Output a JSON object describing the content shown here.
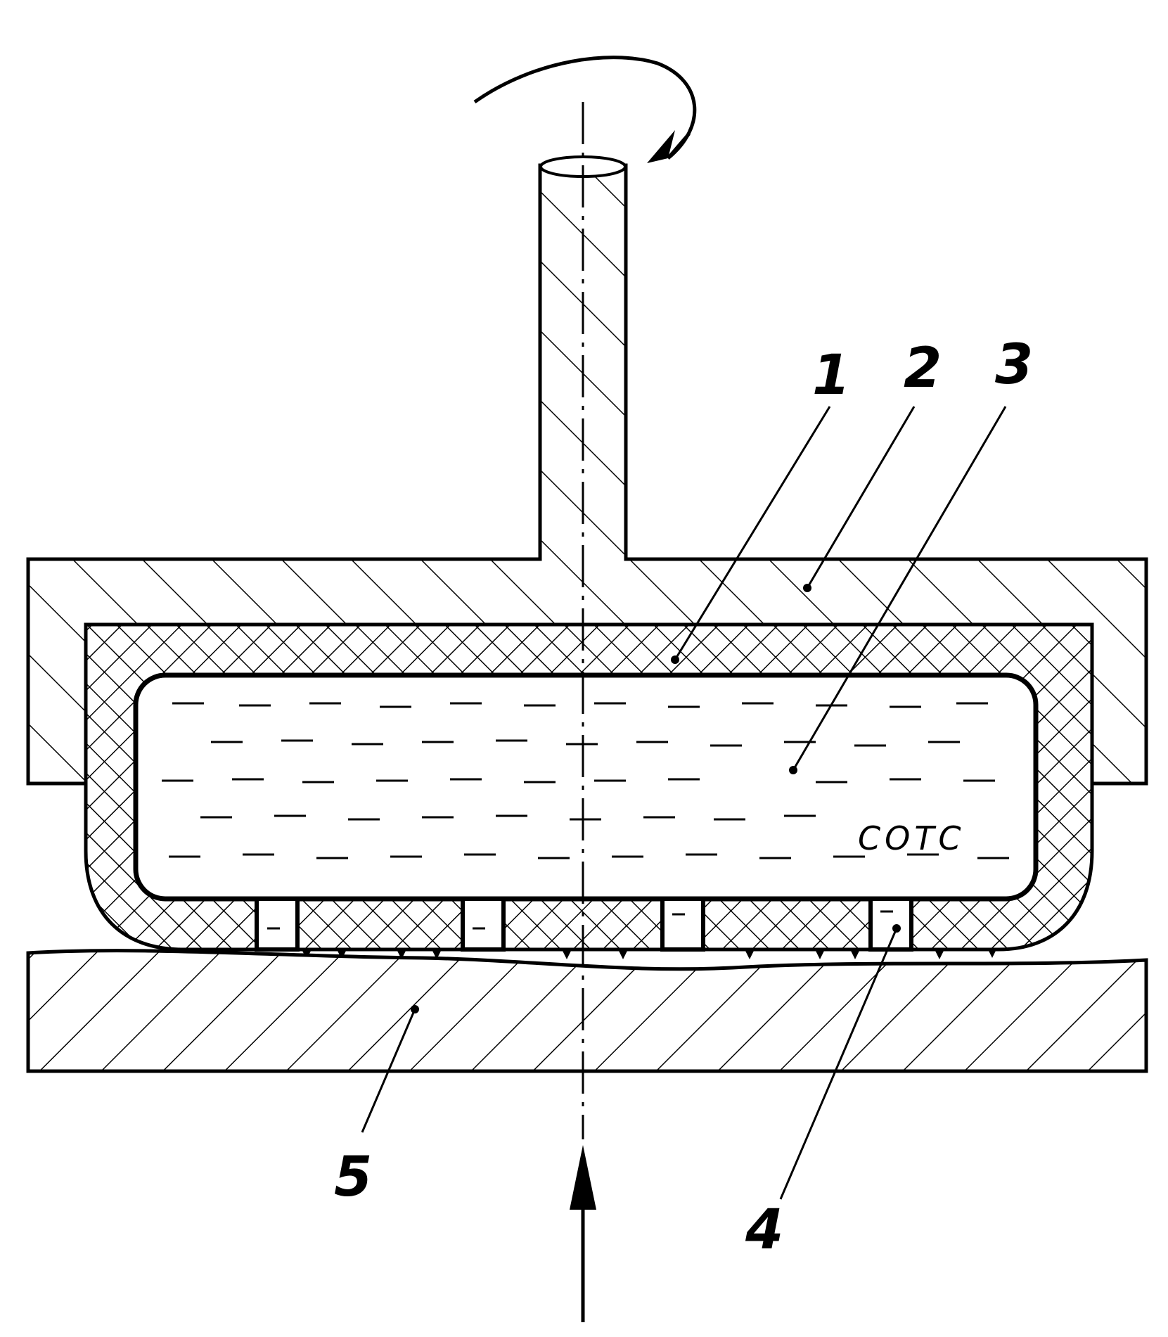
{
  "diagram": {
    "callouts": {
      "c1": "1",
      "c2": "2",
      "c3": "3",
      "c4": "4",
      "c5": "5"
    },
    "fluid_label": "СОТС"
  }
}
